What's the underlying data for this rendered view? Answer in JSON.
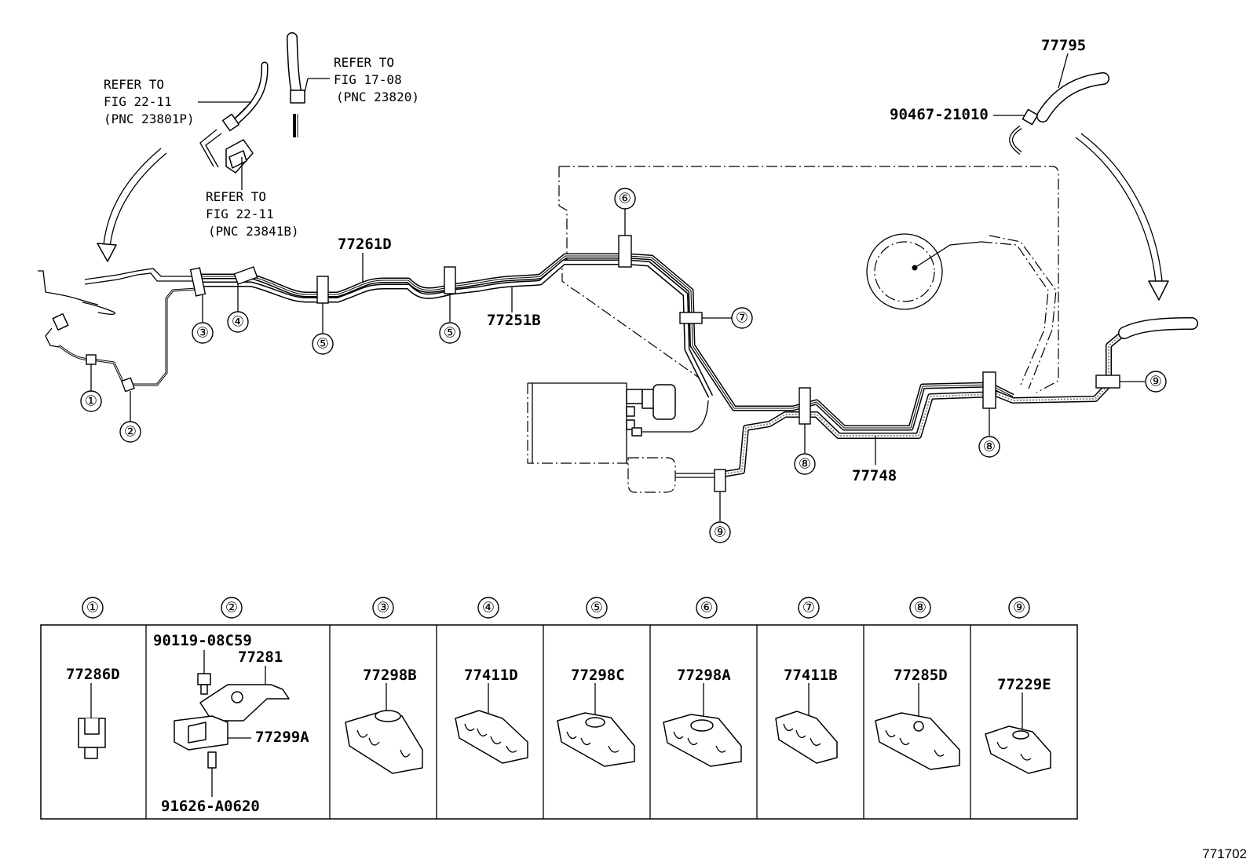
{
  "diagram": {
    "figure_code": "771702",
    "parts": {
      "hose_top_right": "77795",
      "clamp_top_right": "90467-21010",
      "pipe_upper_1": "77261D",
      "pipe_upper_2": "77251B",
      "pipe_lower": "77748"
    },
    "refer_notes": [
      {
        "line1": "REFER TO",
        "line2": "FIG 22-11",
        "line3": "(PNC 23801P)"
      },
      {
        "line1": "REFER TO",
        "line2": "FIG 17-08",
        "line3": "(PNC 23820)"
      },
      {
        "line1": "REFER TO",
        "line2": "FIG 22-11",
        "line3": "(PNC 23841B)"
      }
    ],
    "callouts": {
      "c1": "①",
      "c2": "②",
      "c3": "③",
      "c4": "④",
      "c5": "⑤",
      "c6": "⑥",
      "c7": "⑦",
      "c8": "⑧",
      "c9": "⑨"
    }
  },
  "table": {
    "columns": [
      {
        "num": "①",
        "parts": [
          "77286D"
        ]
      },
      {
        "num": "②",
        "parts": [
          "90119-08C59",
          "77281",
          "77299A",
          "91626-A0620"
        ]
      },
      {
        "num": "③",
        "parts": [
          "77298B"
        ]
      },
      {
        "num": "④",
        "parts": [
          "77411D"
        ]
      },
      {
        "num": "⑤",
        "parts": [
          "77298C"
        ]
      },
      {
        "num": "⑥",
        "parts": [
          "77298A"
        ]
      },
      {
        "num": "⑦",
        "parts": [
          "77411B"
        ]
      },
      {
        "num": "⑧",
        "parts": [
          "77285D"
        ]
      },
      {
        "num": "⑨",
        "parts": [
          "77229E"
        ]
      }
    ]
  }
}
